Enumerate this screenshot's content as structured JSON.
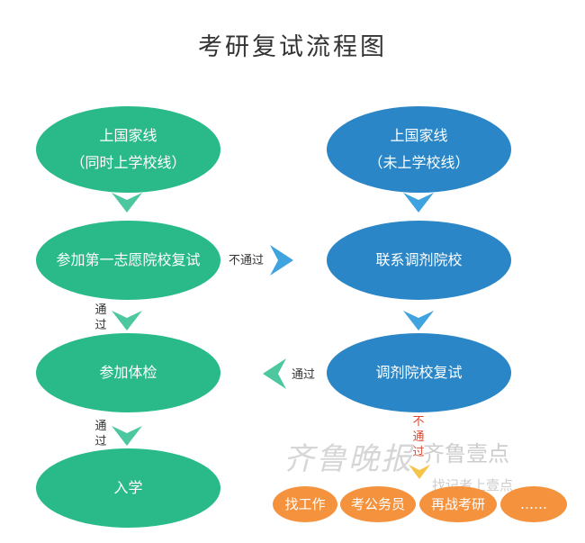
{
  "title": "考研复试流程图",
  "nodes": {
    "left_top_line1": "上国家线",
    "left_top_line2": "（同时上学校线）",
    "right_top_line1": "上国家线",
    "right_top_line2": "（未上学校线）",
    "first_choice": "参加第一志愿院校复试",
    "contact_adjust": "联系调剂院校",
    "physical_exam": "参加体检",
    "adjust_retest": "调剂院校复试",
    "enroll": "入学",
    "job": "找工作",
    "civil_service": "考公务员",
    "retry": "再战考研",
    "more": "……"
  },
  "labels": {
    "fail_horizontal": "不通过",
    "pass_1": "通过",
    "pass_2": "通过",
    "pass_left": "通过",
    "fail_vertical": "不通过"
  },
  "watermark": {
    "calligraphy": "齐鲁晚报",
    "brand": "齐鲁壹点",
    "reporter": "找记者上壹点"
  },
  "colors": {
    "green": "#2aba8a",
    "blue": "#2a86c6",
    "orange": "#f5923e",
    "green_arrow": "#4cc7a0",
    "blue_arrow": "#3ea3de"
  }
}
